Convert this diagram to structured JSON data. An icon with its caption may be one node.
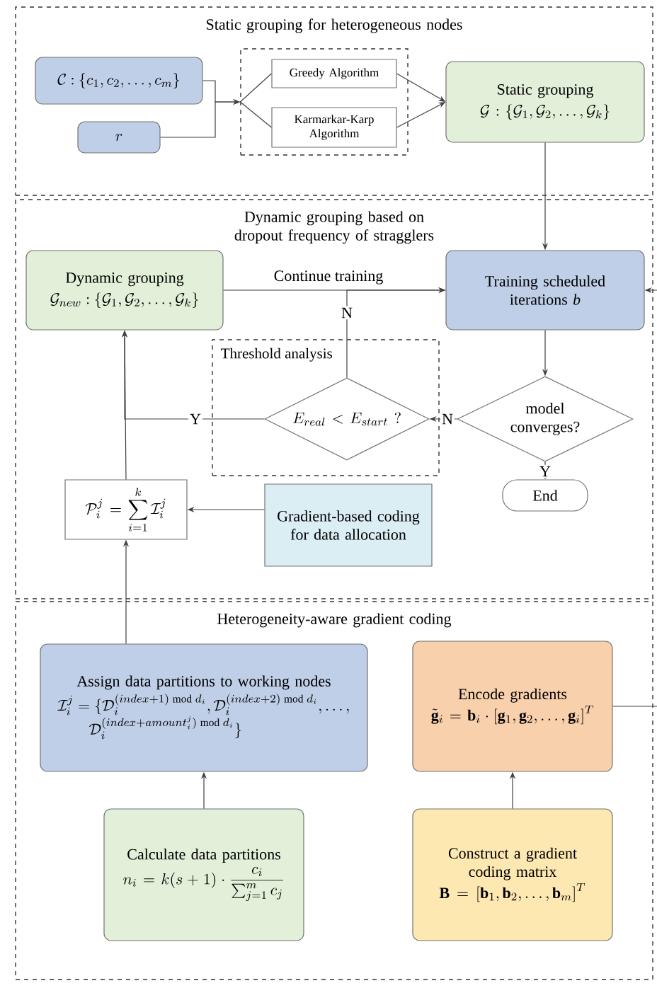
{
  "diagram": {
    "nodes": [
      {
        "text": [
          "Static grouping for heterogeneous nodes"
        ]
      },
      {
        "text": [
          "\\mathcal{C}\\!:\\!\\{c_1,c_2,\\ldots,c_m\\}"
        ],
        "in": 0
      },
      {
        "text": [
          "r"
        ],
        "in": 0
      },
      {
        "text": [],
        "shape": "box",
        "in": 0
      },
      {
        "text": [
          "Greedy Algorithm"
        ],
        "in": 3
      },
      {
        "text": [
          "Karmarkar-Karp Algorithm"
        ],
        "in": 3
      },
      {
        "text": [
          "Static grouping",
          "\\mathcal{G}\\!:\\!\\{\\mathcal{G}_1,\\mathcal{G}_2,\\ldots,\\mathcal{G}_k\\}"
        ],
        "in": 0
      },
      {
        "text": [
          "Dynamic grouping based on dropout frequency of stragglers"
        ]
      },
      {
        "text": [
          "Dynamic grouping",
          "\\mathcal{G}_{new}\\!:\\!\\{\\mathcal{G}_1,\\mathcal{G}_2,\\ldots,\\mathcal{G}_k\\}"
        ],
        "in": 7
      },
      {
        "text": [
          "Training scheduled iterations *b*"
        ],
        "in": 7
      },
      {
        "text": [
          "Threshold analysis"
        ],
        "in": 7
      },
      {
        "text": [
          "E_{real} < E_{start}\\;?"
        ],
        "in": 10
      },
      {
        "text": [
          "model converges?"
        ],
        "in": 7
      },
      {
        "text": [
          "End"
        ],
        "in": 7
      },
      {
        "text": [
          "\\mathcal{P}_i^j=\\sum_{i=1}^{k}\\mathcal{I}_i^j"
        ],
        "in": 7
      },
      {
        "text": [
          "Gradient-based coding for data allocation"
        ],
        "in": 7
      },
      {
        "text": [
          "Heterogeneity-aware gradient coding"
        ]
      },
      {
        "text": [
          "Assign data partitions to working nodes",
          "\\begin{array}{l}\\mathcal{I}_i^j=\\{\\mathcal{D}_i^{(index+1)\\bmod d_i},\\mathcal{D}_i^{(index+2)\\bmod d_i},\\ldots,\\\\ \\qquad\\mathcal{D}_i^{(index+amount_i^j)\\bmod d_i}\\}\\end{array}"
        ],
        "in": 16
      },
      {
        "text": [
          "Encode gradients",
          "\\tilde{\\mathbf{g}}_i=\\mathbf{b}_i\\cdot\\left[\\mathbf{g}_1,\\mathbf{g}_2,\\ldots,\\mathbf{g}_i\\right]^T"
        ],
        "in": 16
      },
      {
        "text": [
          "Calculate data partitions",
          "n_i=k(s+1)\\cdot\\frac{c_i}{\\sum_{j=1}^{m}c_j}"
        ],
        "in": 16
      },
      {
        "text": [
          "Construct a gradient coding matrix",
          "\\mathbf{B}=\\left[\\mathbf{b}_1,\\mathbf{b}_2,\\ldots,\\mathbf{b}_m\\right]^T"
        ],
        "in": 16
      }
    ],
    "edges": [
      {
        "from": 1,
        "to": 3,
        "arrow": "to"
      },
      {
        "from": 2,
        "to": 3,
        "arrow": "to"
      },
      {
        "from": 3,
        "to": 4,
        "arrow": "none"
      },
      {
        "from": 3,
        "to": 5,
        "arrow": "none"
      },
      {
        "from": 4,
        "to": 6,
        "arrow": "to"
      },
      {
        "from": 5,
        "to": 6,
        "arrow": "to"
      },
      {
        "from": 6,
        "to": 9,
        "arrow": "to"
      },
      {
        "from": 8,
        "to": 9,
        "arrow": "to",
        "label": "Continue training"
      },
      {
        "from": 11,
        "to": 9,
        "arrow": "to",
        "label": "N"
      },
      {
        "from": 11,
        "to": 8,
        "arrow": "to",
        "label": "Y"
      },
      {
        "from": 14,
        "to": 8,
        "arrow": "to"
      },
      {
        "from": 9,
        "to": 12,
        "arrow": "to"
      },
      {
        "from": 12,
        "to": 11,
        "arrow": "to",
        "label": "N"
      },
      {
        "from": 12,
        "to": 13,
        "arrow": "to",
        "label": "Y"
      },
      {
        "from": 15,
        "to": 14,
        "arrow": "to"
      },
      {
        "from": 17,
        "to": 14,
        "arrow": "to"
      },
      {
        "from": 19,
        "to": 17,
        "arrow": "to"
      },
      {
        "from": 20,
        "to": 18,
        "arrow": "to"
      },
      {
        "from": 18,
        "to": null,
        "arrow": "none"
      },
      {
        "from": null,
        "to": 9,
        "arrow": "to"
      }
    ]
  }
}
